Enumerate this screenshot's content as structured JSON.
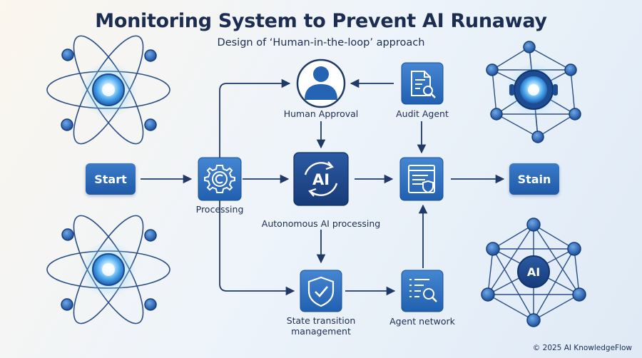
{
  "header": {
    "title": "Monitoring System to Prevent AI Runaway",
    "subtitle": "Design of ‘Human-in-the-loop’ approach"
  },
  "nodes": {
    "start": "Start",
    "processing": "Processing",
    "ai_center": "AI",
    "autonomous": "Autonomous AI processing",
    "human_approval": "Human Approval",
    "audit_agent": "Audit Agent",
    "state_transition_line1": "State transition",
    "state_transition_line2": "management",
    "agent_network": "Agent network",
    "stain": "Stain",
    "network_ai": "AI"
  },
  "footer": {
    "copyright": "© 2025 AI KnowledgeFlow"
  },
  "colors": {
    "navy": "#1c2d52",
    "primary": "#2a66b5",
    "arrow": "#1f3a66",
    "glow": "#7fd0ff"
  },
  "icons": [
    "atom-icon",
    "robot-network-icon",
    "gear-c-icon",
    "ai-cycle-icon",
    "user-icon",
    "document-search-icon",
    "shield-check-icon",
    "list-search-icon",
    "browser-shield-icon",
    "ai-network-icon"
  ]
}
